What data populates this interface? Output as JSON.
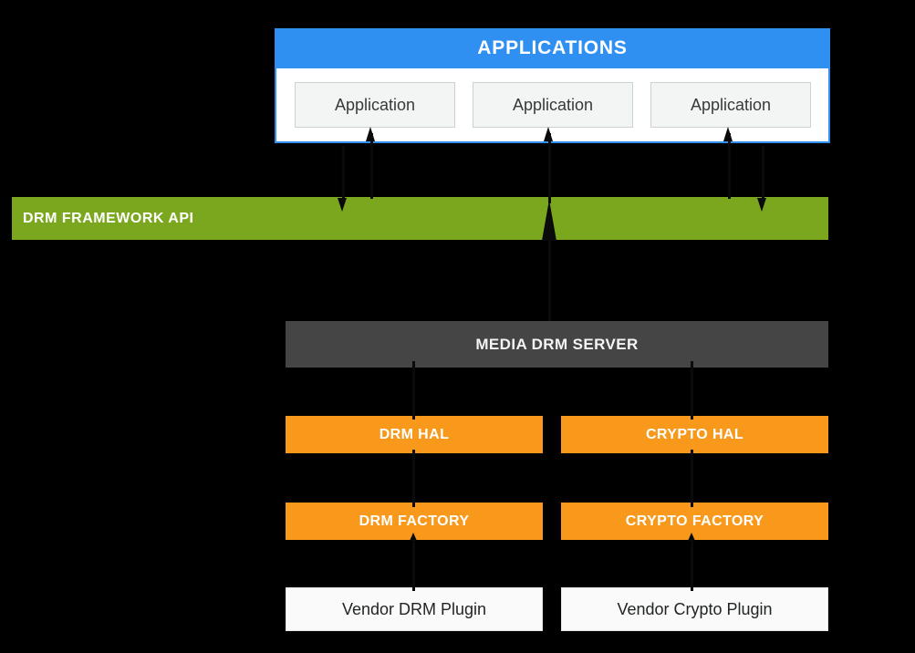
{
  "diagram": {
    "title": "APPLICATIONS",
    "application_boxes": [
      "Application",
      "Application",
      "Application"
    ],
    "framework_api_label": "DRM FRAMEWORK API",
    "media_drm_server_label": "MEDIA DRM SERVER",
    "hal_labels": [
      "DRM HAL",
      "CRYPTO HAL"
    ],
    "factory_labels": [
      "DRM FACTORY",
      "CRYPTO FACTORY"
    ],
    "vendor_plugin_labels": [
      "Vendor DRM Plugin",
      "Vendor Crypto Plugin"
    ],
    "colors": {
      "background": "#000000",
      "applications_blue": "#2f90f1",
      "framework_green": "#7ba71e",
      "server_gray": "#454545",
      "hal_orange": "#f8991c",
      "box_light": "#f3f5f4",
      "arrow_black": "#0a0a0a"
    }
  }
}
